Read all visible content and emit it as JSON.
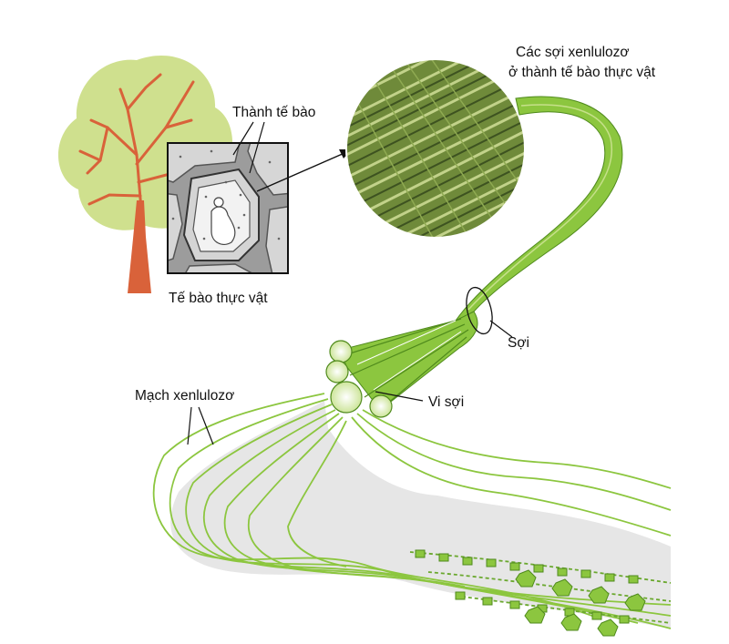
{
  "labels": {
    "cell_wall": "Thành tế bào",
    "plant_cell": "Tế bào thực vật",
    "cellulose_fibers_line1": "Các sợi xenlulozơ",
    "cellulose_fibers_line2": "ở thành tế bào thực vật",
    "fiber": "Sợi",
    "microfibril": "Vi sợi",
    "cellulose_chain": "Mạch xenlulozơ"
  },
  "colors": {
    "tree_canopy": "#cfe08e",
    "tree_trunk": "#d9623a",
    "fiber_green": "#8cc63f",
    "fiber_dark": "#4f8a1c",
    "cell_fill": "#d4d4d4",
    "cell_inner": "#f2f2f2",
    "micrograph": "#6f8a3a",
    "chain_shade": "#e6e6e6",
    "text": "#111111"
  }
}
